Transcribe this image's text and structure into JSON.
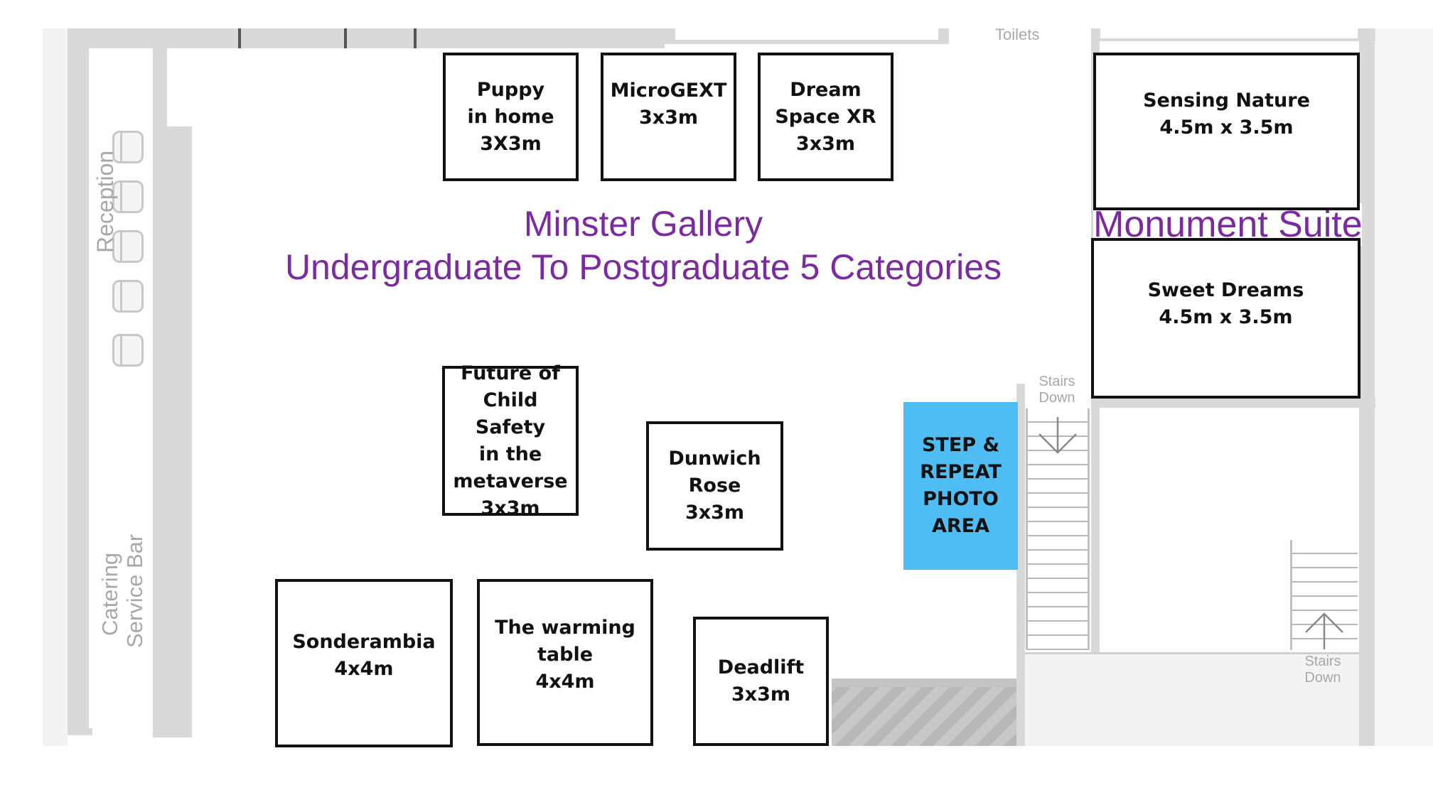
{
  "map": {
    "title_line1": "Minster Gallery",
    "title_line2": "Undergraduate To Postgraduate 5 Categories",
    "secondary_title": "Monument Suite",
    "colors": {
      "title_purple": "#7b2a9f",
      "photo_area_blue": "#4dbdf4",
      "booth_border": "#111111",
      "wall_gray": "#d9d9d9"
    }
  },
  "booths": {
    "puppy": "Puppy\nin home\n3X3m",
    "microgext": "MicroGEXT\n3x3m",
    "dream_space": "Dream\nSpace XR\n3x3m",
    "sensing_nature": "Sensing Nature\n4.5m x 3.5m",
    "sweet_dreams": "Sweet Dreams\n4.5m x 3.5m",
    "child_safety": "Future of\nChild Safety\nin the\nmetaverse\n3x3m",
    "dunwich": "Dunwich\nRose\n3x3m",
    "sonderambia": "Sonderambia\n4x4m",
    "warming_table": "The warming\ntable\n4x4m",
    "deadlift": "Deadlift\n3x3m"
  },
  "photo_area": "STEP &\nREPEAT\nPHOTO\nAREA",
  "labels": {
    "toilets": "Toilets",
    "reception": "Reception",
    "catering_line1": "Catering",
    "catering_line2": "Service Bar",
    "stairs_down_1": "Stairs\nDown",
    "stairs_down_2": "Stairs\nDown"
  },
  "icons": {
    "stairs_arrow_top": "arrow-down-icon",
    "stairs_arrow_bottom": "arrow-up-icon",
    "chairs": "chair-icon"
  }
}
